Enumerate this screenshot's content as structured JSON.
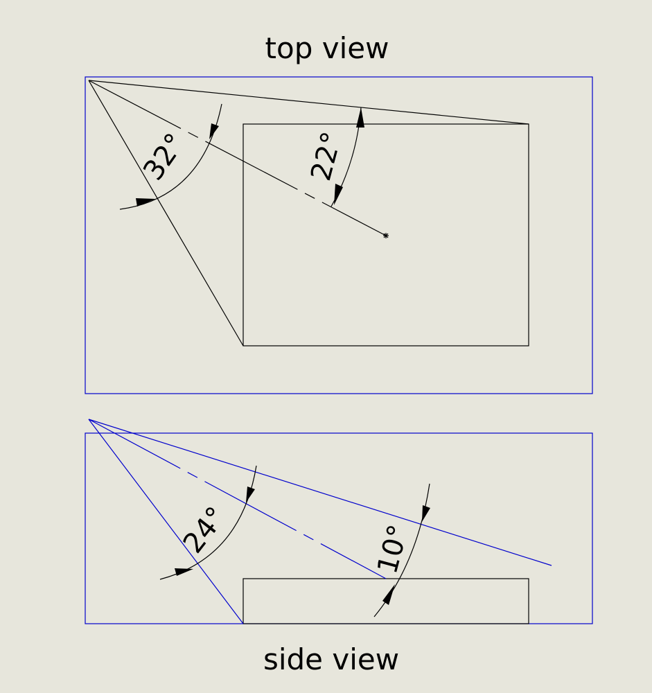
{
  "views": {
    "top": {
      "title": "top view",
      "angles": {
        "left": "32°",
        "right": "22°"
      }
    },
    "side": {
      "title": "side view",
      "angles": {
        "left": "24°",
        "right": "10°"
      }
    }
  },
  "colors": {
    "background": "#e7e6dc",
    "frame": "#0000cc",
    "line": "#000000"
  }
}
